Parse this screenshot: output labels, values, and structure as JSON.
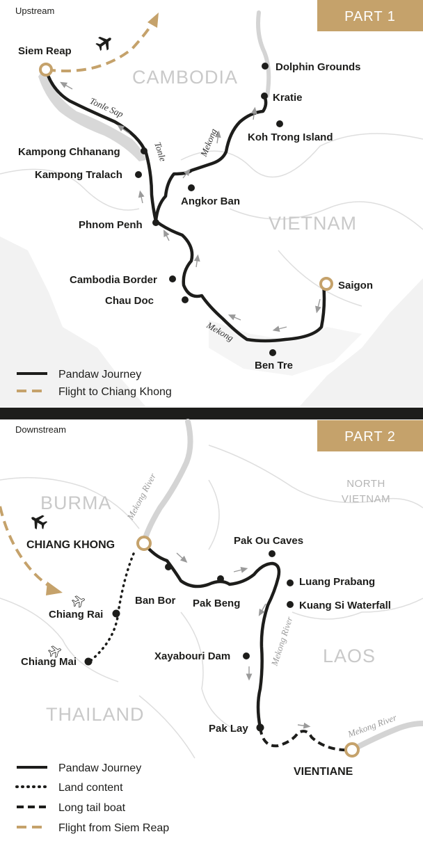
{
  "part1": {
    "direction": "Upstream",
    "badge": "PART 1",
    "countries": {
      "cambodia": "CAMBODIA",
      "vietnam": "VIETNAM"
    },
    "rivers": {
      "tonle_sap": "Tonle Sap",
      "tonle": "Tonle",
      "mekong_north": "Mekong",
      "mekong_south": "Mekong"
    },
    "places": {
      "siem_reap": "Siem Reap",
      "dolphin_grounds": "Dolphin Grounds",
      "kratie": "Kratie",
      "koh_trong": "Koh Trong Island",
      "kampong_chhnang": "Kampong Chhanang",
      "kampong_tralach": "Kampong Tralach",
      "angkor_ban": "Angkor Ban",
      "phnom_penh": "Phnom Penh",
      "cambodia_border": "Cambodia Border",
      "chau_doc": "Chau Doc",
      "saigon": "Saigon",
      "ben_tre": "Ben Tre"
    },
    "legend": [
      {
        "label": "Pandaw Journey",
        "style": "solid"
      },
      {
        "label": "Flight to Chiang Khong",
        "style": "flight"
      }
    ]
  },
  "part2": {
    "direction": "Downstream",
    "badge": "PART 2",
    "countries": {
      "burma": "BURMA",
      "north_vietnam_1": "NORTH",
      "north_vietnam_2": "VIETNAM",
      "laos": "LAOS",
      "thailand": "THAILAND"
    },
    "rivers": {
      "mekong_north": "Mekong River",
      "mekong_middle": "Mekong River",
      "mekong_east": "Mekong River"
    },
    "places": {
      "chiang_khong": "CHIANG KHONG",
      "pak_ou": "Pak Ou Caves",
      "luang_prabang": "Luang Prabang",
      "kuang_si": "Kuang Si Waterfall",
      "ban_bor": "Ban Bor",
      "pak_beng": "Pak Beng",
      "chiang_rai": "Chiang Rai",
      "chiang_mai": "Chiang Mai",
      "xayabouri": "Xayabouri Dam",
      "pak_lay": "Pak Lay",
      "vientiane": "VIENTIANE"
    },
    "legend": [
      {
        "label": "Pandaw Journey",
        "style": "solid"
      },
      {
        "label": "Land content",
        "style": "dotted"
      },
      {
        "label": "Long tail boat",
        "style": "dashed"
      },
      {
        "label": "Flight from Siem Reap",
        "style": "flight"
      }
    ]
  },
  "colors": {
    "gold": "#c5a26b",
    "route": "#1d1d1b",
    "river": "#d4d4d4",
    "land": "#f2f2f2",
    "divider": "#1d1d1b",
    "arrow": "#9a9a9a"
  },
  "icons": [
    "airplane-icon",
    "airplane-outline-icon",
    "arrow-icon",
    "city-ring-icon",
    "stop-dot-icon"
  ]
}
